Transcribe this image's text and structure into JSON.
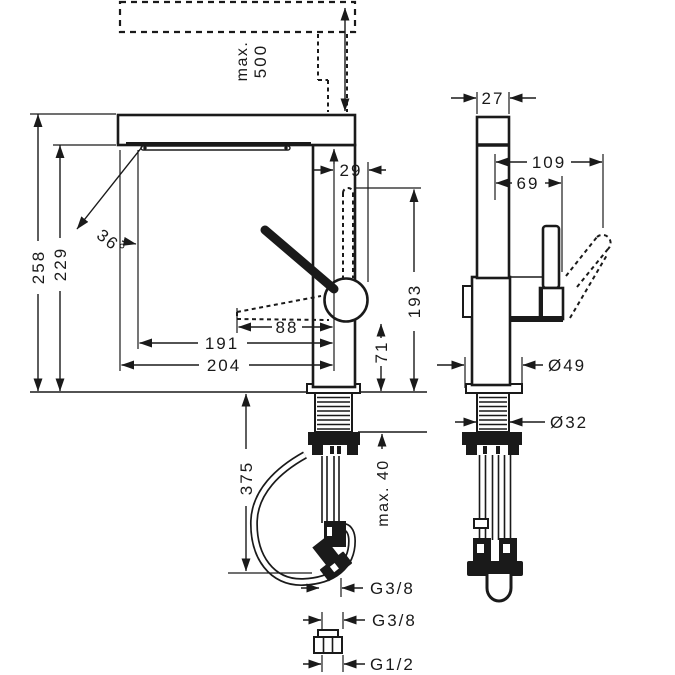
{
  "colors": {
    "ink": "#1a1a1a",
    "paper": "#ffffff"
  },
  "dims": {
    "pullout_word": "max.",
    "pullout_value": "500",
    "total_height": "258",
    "spout_underside_height": "229",
    "swivel_angle": "36°",
    "handle_offset": "29",
    "handle_top_height": "193",
    "joint_height": "71",
    "handle_reach": "88",
    "aerator_reach": "191",
    "spout_reach": "204",
    "hose_drop": "375",
    "counter_max_thickness": "max. 40",
    "body_width": "27",
    "handle_depth_max": "109",
    "handle_depth": "69",
    "base_diameter": "Ø49",
    "shank_diameter": "Ø32",
    "hose_thread": "G3/8",
    "adapter_thread_in": "G3/8",
    "adapter_thread_out": "G1/2"
  }
}
